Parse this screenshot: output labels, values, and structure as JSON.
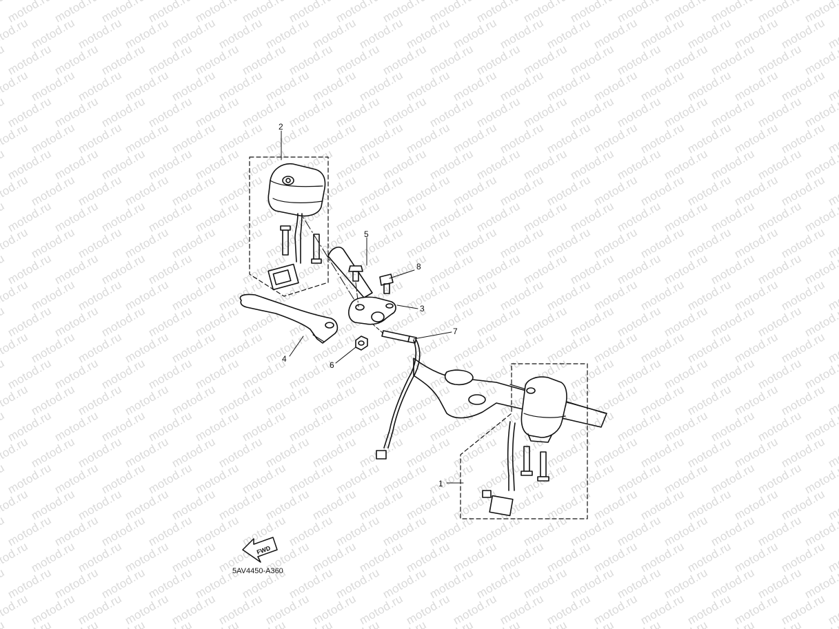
{
  "watermark": {
    "text": "motod.ru",
    "color": "#d9d9d9"
  },
  "diagram": {
    "part_code": "5AV4450-A360",
    "fwd_label": "FWD",
    "callouts": [
      {
        "id": "1",
        "label": "1"
      },
      {
        "id": "2",
        "label": "2"
      },
      {
        "id": "3",
        "label": "3"
      },
      {
        "id": "4",
        "label": "4"
      },
      {
        "id": "5",
        "label": "5"
      },
      {
        "id": "6",
        "label": "6"
      },
      {
        "id": "7",
        "label": "7"
      },
      {
        "id": "8",
        "label": "8"
      }
    ],
    "line_color": "#111111"
  }
}
